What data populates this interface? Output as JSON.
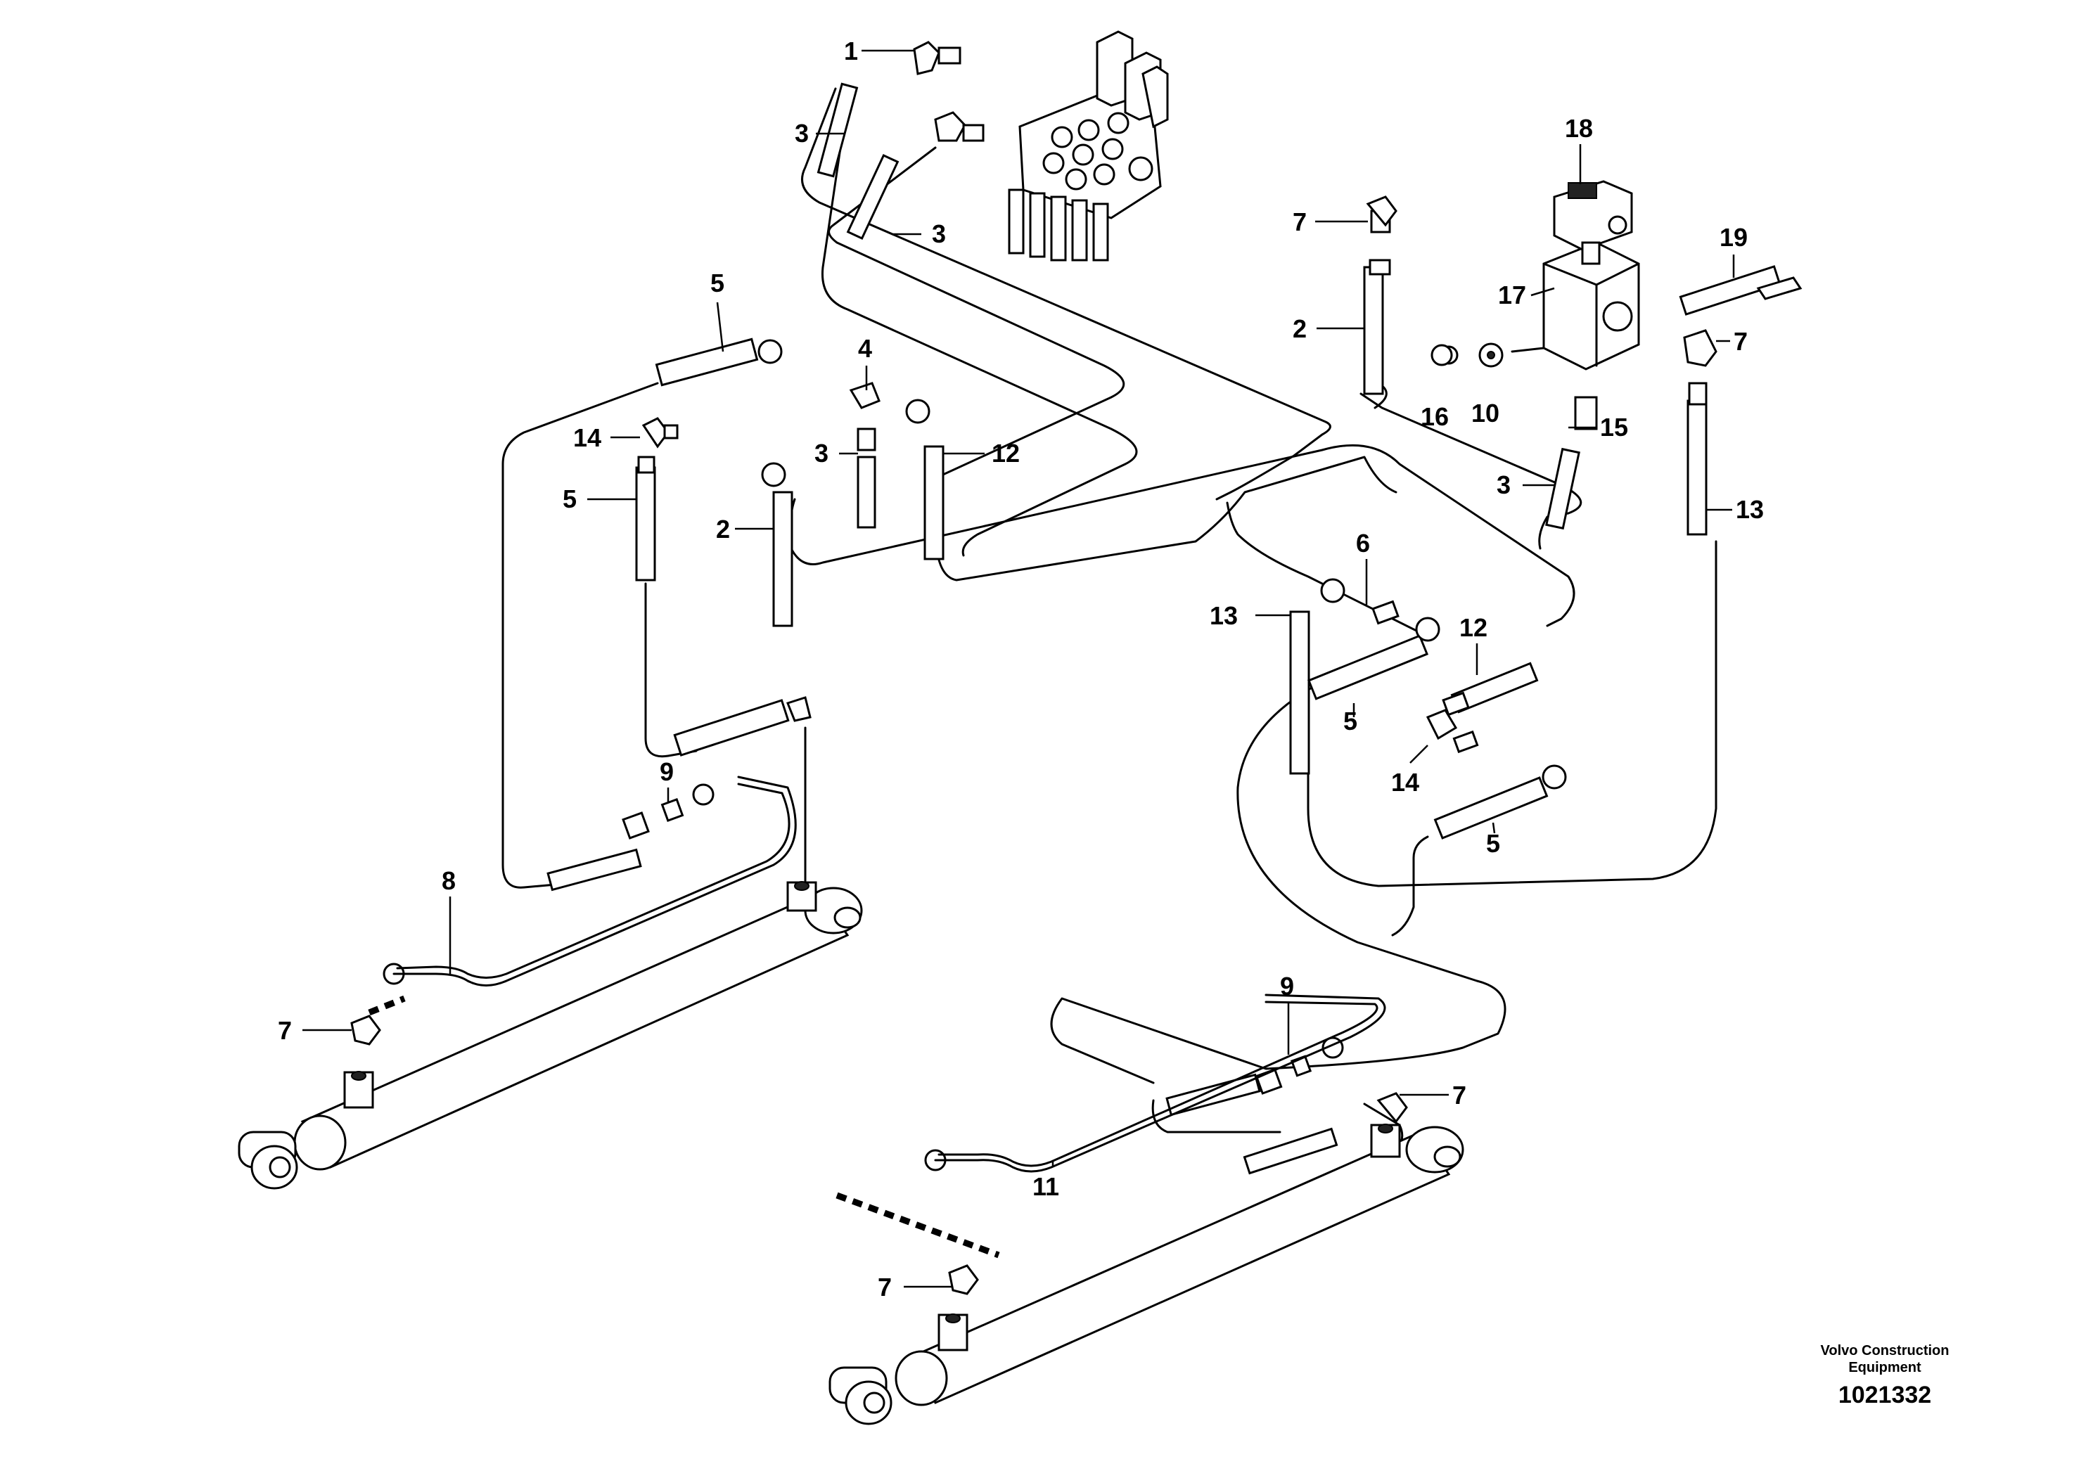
{
  "callouts": [
    {
      "id": "c1",
      "label": "1"
    },
    {
      "id": "c3a",
      "label": "3"
    },
    {
      "id": "c3b",
      "label": "3"
    },
    {
      "id": "c5a",
      "label": "5"
    },
    {
      "id": "c4",
      "label": "4"
    },
    {
      "id": "c14a",
      "label": "14"
    },
    {
      "id": "c5b",
      "label": "5"
    },
    {
      "id": "c3c",
      "label": "3"
    },
    {
      "id": "c12a",
      "label": "12"
    },
    {
      "id": "c2a",
      "label": "2"
    },
    {
      "id": "c18",
      "label": "18"
    },
    {
      "id": "c7a",
      "label": "7"
    },
    {
      "id": "c19",
      "label": "19"
    },
    {
      "id": "c17",
      "label": "17"
    },
    {
      "id": "c2b",
      "label": "2"
    },
    {
      "id": "c7b",
      "label": "7"
    },
    {
      "id": "c16",
      "label": "16"
    },
    {
      "id": "c10",
      "label": "10"
    },
    {
      "id": "c15",
      "label": "15"
    },
    {
      "id": "c3d",
      "label": "3"
    },
    {
      "id": "c13a",
      "label": "13"
    },
    {
      "id": "c6",
      "label": "6"
    },
    {
      "id": "c13b",
      "label": "13"
    },
    {
      "id": "c12b",
      "label": "12"
    },
    {
      "id": "c5c",
      "label": "5"
    },
    {
      "id": "c14b",
      "label": "14"
    },
    {
      "id": "c5d",
      "label": "5"
    },
    {
      "id": "c9a",
      "label": "9"
    },
    {
      "id": "c8",
      "label": "8"
    },
    {
      "id": "c7c",
      "label": "7"
    },
    {
      "id": "c9b",
      "label": "9"
    },
    {
      "id": "c7d",
      "label": "7"
    },
    {
      "id": "c11",
      "label": "11"
    },
    {
      "id": "c7e",
      "label": "7"
    }
  ],
  "credit": {
    "line1": "Volvo Construction",
    "line2": "Equipment"
  },
  "drawing_number": "1021332"
}
